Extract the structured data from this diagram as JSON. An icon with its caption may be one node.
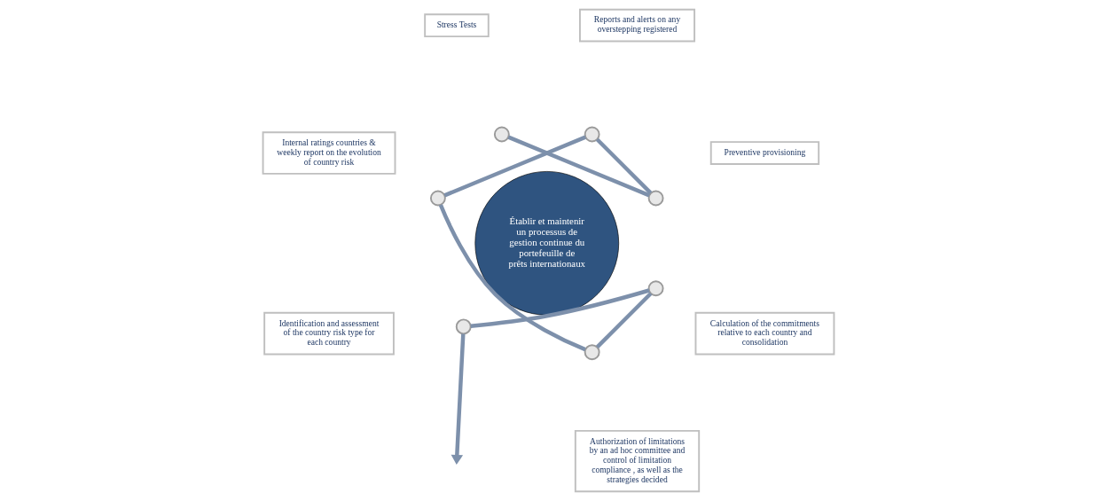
{
  "diagram": {
    "nodes": [
      {
        "text": [
          "Établir et maintenir un processus de gestion continue du portefeuille de prêts internationaux"
        ]
      },
      {
        "text": [
          "Stress Tests"
        ]
      },
      {
        "text": [
          "Identification and assessment of the country risk type for each country"
        ]
      },
      {
        "text": [
          "Preventive provisioning"
        ]
      },
      {
        "text": [
          "Calculation of the commitments relative to each country and consolidation"
        ]
      },
      {
        "text": [
          "Reports and alerts on any overstepping registered"
        ]
      },
      {
        "text": [
          "Authorization of limitations by an ad hoc committee and control of limitation compliance , as well as the strategies decided"
        ]
      },
      {
        "text": [
          "Internal ratings countries & weekly report on the evolution of country risk"
        ]
      },
      {
        "text": [],
        "shape": "circle"
      },
      {
        "text": [],
        "shape": "circle"
      },
      {
        "text": [],
        "shape": "circle"
      },
      {
        "text": [],
        "shape": "circle"
      },
      {
        "text": [],
        "shape": "circle"
      },
      {
        "text": [],
        "shape": "circle"
      },
      {
        "text": [],
        "shape": "circle"
      }
    ],
    "edges": [
      {
        "from": 10,
        "to": 8,
        "arrow": "none"
      },
      {
        "from": 8,
        "to": 9,
        "arrow": "none"
      },
      {
        "from": 9,
        "to": 11,
        "arrow": "none"
      },
      {
        "from": 11,
        "to": 13,
        "arrow": "none"
      },
      {
        "from": 13,
        "to": 14,
        "arrow": "none"
      },
      {
        "from": 14,
        "to": 12,
        "arrow": "none"
      },
      {
        "from": 12,
        "to": null,
        "arrow": "to"
      }
    ]
  }
}
